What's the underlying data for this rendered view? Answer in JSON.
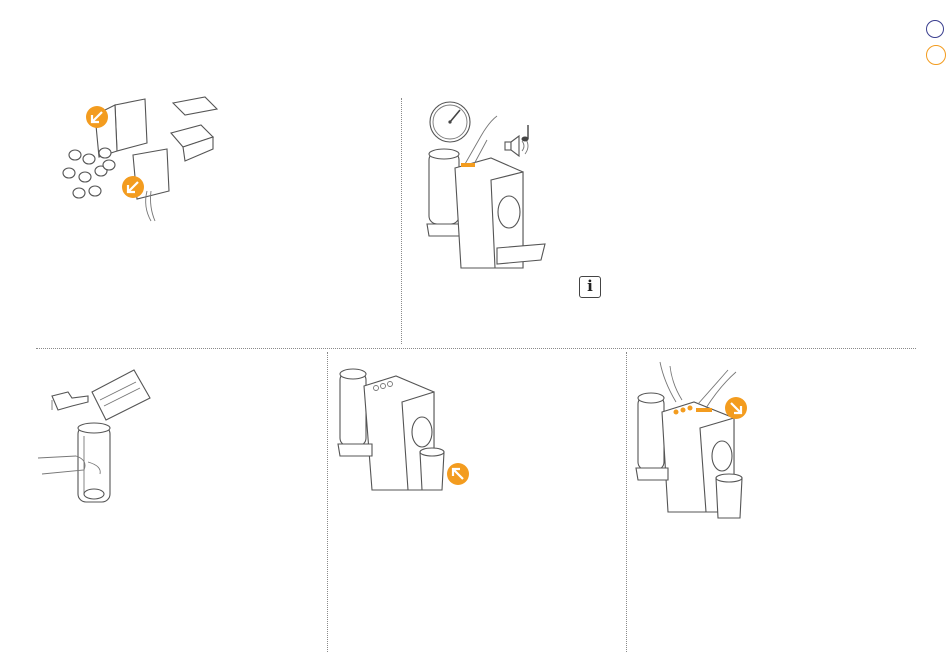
{
  "lang_badges": [
    {
      "name": "badge-blue",
      "color": "#3b3f8f"
    },
    {
      "name": "badge-orange",
      "color": "#f39c1f"
    }
  ],
  "colors": {
    "accent": "#f39c1f",
    "divider": "#8a8a8a",
    "line": "#555555"
  },
  "info_icon": {
    "glyph": "i"
  },
  "icons": [
    "clock-icon",
    "speaker-icon",
    "music-note-icon",
    "info-icon",
    "arrow-badge-icon"
  ]
}
